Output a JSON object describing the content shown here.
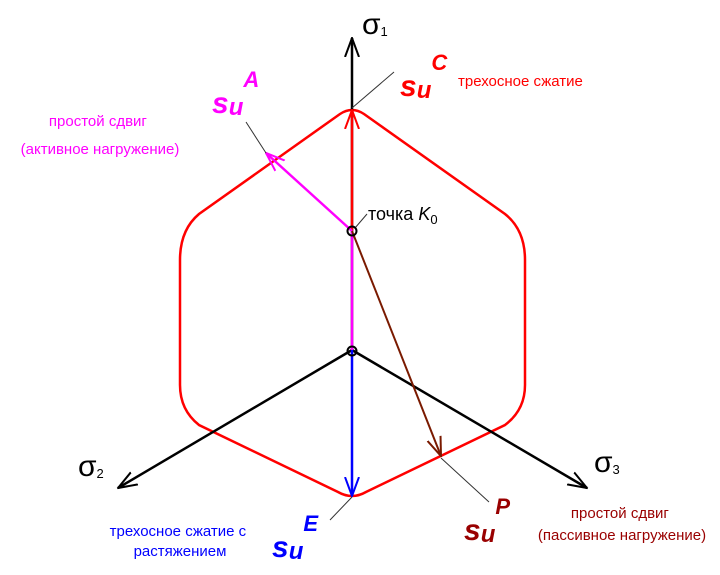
{
  "axes": {
    "sigma1": {
      "symbol": "σ",
      "index": "1"
    },
    "sigma2": {
      "symbol": "σ",
      "index": "2"
    },
    "sigma3": {
      "symbol": "σ",
      "index": "3"
    }
  },
  "points": {
    "k0": {
      "label": "точка ",
      "var": "K",
      "index": "0"
    }
  },
  "limits": {
    "C": {
      "base": "s",
      "sub": "u",
      "sup": "C",
      "desc": [
        "трехосное сжатие"
      ],
      "color": "#ff0000"
    },
    "A": {
      "base": "s",
      "sub": "u",
      "sup": "A",
      "desc": [
        "простой сдвиг",
        "(активное нагружение)"
      ],
      "color": "#ff00ff"
    },
    "E": {
      "base": "s",
      "sub": "u",
      "sup": "E",
      "desc": [
        "трехосное сжатие с",
        "растяжением"
      ],
      "color": "#0000ff"
    },
    "P": {
      "base": "s",
      "sub": "u",
      "sup": "P",
      "desc": [
        "простой сдвиг",
        "(пассивное нагружение)"
      ],
      "color": "#990000"
    }
  },
  "colors": {
    "axis": "#000000",
    "surface": "#ff0000",
    "brown_arrow": "#7a1a00"
  }
}
